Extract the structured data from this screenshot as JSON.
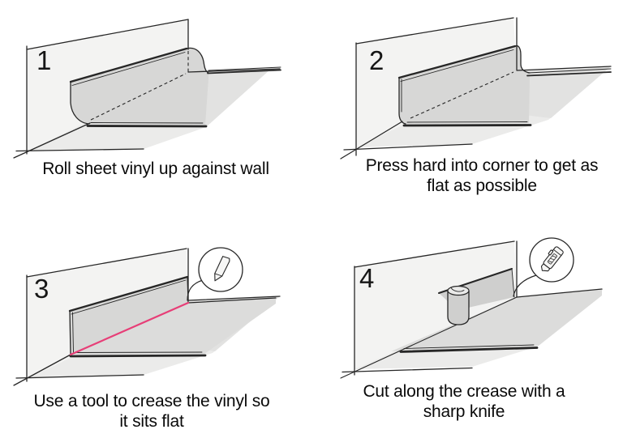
{
  "palette": {
    "background": "#ffffff",
    "outline": "#262626",
    "wall_fill": "#f3f3f2",
    "floor_fill": "#ebebea",
    "shade_fill": "#e2e2e1",
    "vinyl_fill": "#d7d7d6",
    "vinyl_floor_fill": "#dcdcdb",
    "vinyl_dark_fill": "#cfcfce",
    "tube_top_fill": "#eaeae9",
    "tool_fill": "#f6f6f5",
    "crease_color": "#e73e77",
    "text_color": "#0a0a0a"
  },
  "steps": [
    {
      "number": "1",
      "caption_lines": [
        "Roll sheet vinyl up against wall"
      ]
    },
    {
      "number": "2",
      "caption_lines": [
        "Press hard into corner to get as",
        "flat as possible"
      ]
    },
    {
      "number": "3",
      "caption_lines": [
        "Use a tool to crease the vinyl so",
        "it sits flat"
      ],
      "callout_icon": "pencil-crease-tool-icon"
    },
    {
      "number": "4",
      "caption_lines": [
        "Cut along the crease with a",
        "sharp knife"
      ],
      "callout_icon": "utility-knife-icon"
    }
  ]
}
